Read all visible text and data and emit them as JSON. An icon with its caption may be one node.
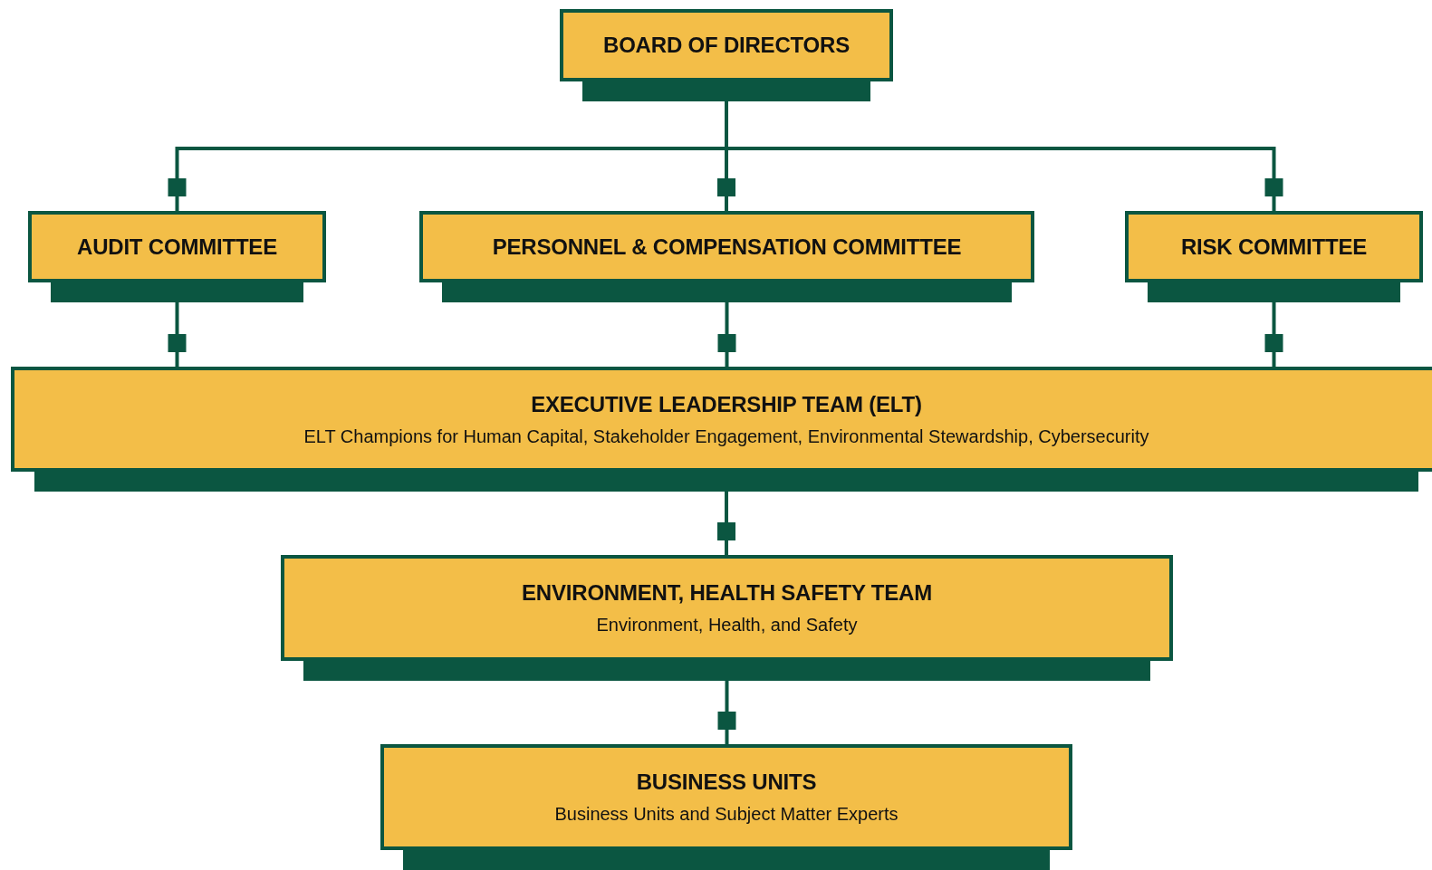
{
  "diagram": {
    "nodes": [
      {
        "text": [
          "BOARD OF DIRECTORS"
        ]
      },
      {
        "text": [
          "AUDIT COMMITTEE"
        ]
      },
      {
        "text": [
          "PERSONNEL & COMPENSATION COMMITTEE"
        ]
      },
      {
        "text": [
          "RISK COMMITTEE"
        ]
      },
      {
        "text": [
          "EXECUTIVE LEADERSHIP TEAM (ELT)",
          "ELT Champions for Human Capital, Stakeholder Engagement, Environmental Stewardship, Cybersecurity"
        ]
      },
      {
        "text": [
          "ENVIRONMENT, HEALTH SAFETY TEAM",
          "Environment, Health, and Safety"
        ]
      },
      {
        "text": [
          "BUSINESS UNITS",
          "Business Units and Subject Matter Experts"
        ]
      }
    ],
    "edges": [
      {
        "from": 0,
        "to": 1,
        "arrow": "other"
      },
      {
        "from": 0,
        "to": 2,
        "arrow": "other"
      },
      {
        "from": 0,
        "to": 3,
        "arrow": "other"
      },
      {
        "from": 1,
        "to": 4,
        "arrow": "other"
      },
      {
        "from": 2,
        "to": 4,
        "arrow": "other"
      },
      {
        "from": 3,
        "to": 4,
        "arrow": "other"
      },
      {
        "from": 4,
        "to": 5,
        "arrow": "other"
      },
      {
        "from": 5,
        "to": 6,
        "arrow": "other"
      }
    ]
  }
}
